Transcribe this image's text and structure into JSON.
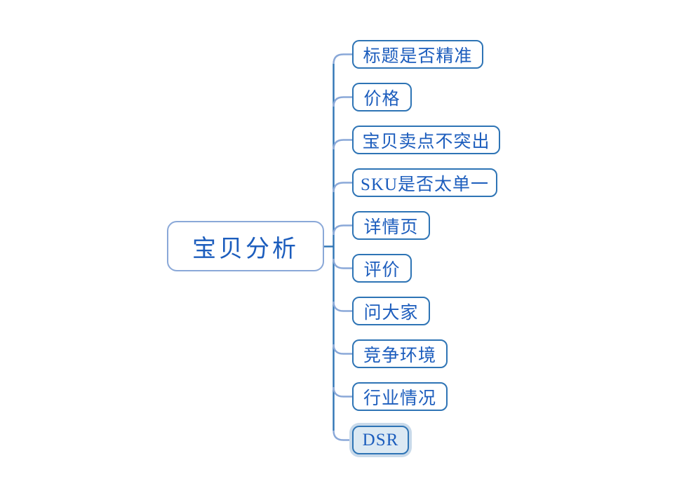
{
  "diagram": {
    "type": "mindmap",
    "root": {
      "label": "宝贝分析"
    },
    "children": [
      {
        "id": "title-accuracy",
        "label": "标题是否精准",
        "selected": false
      },
      {
        "id": "price",
        "label": "价格",
        "selected": false
      },
      {
        "id": "selling-points",
        "label": "宝贝卖点不突出",
        "selected": false
      },
      {
        "id": "sku-variety",
        "label": "SKU是否太单一",
        "selected": false
      },
      {
        "id": "detail-page",
        "label": "详情页",
        "selected": false
      },
      {
        "id": "reviews",
        "label": "评价",
        "selected": false
      },
      {
        "id": "ask-everyone",
        "label": "问大家",
        "selected": false
      },
      {
        "id": "competition",
        "label": "竞争环境",
        "selected": false
      },
      {
        "id": "industry",
        "label": "行业情况",
        "selected": false
      },
      {
        "id": "dsr",
        "label": "DSR",
        "selected": true
      }
    ]
  },
  "colors": {
    "node_border": "#2e74b5",
    "root_border": "#8aa8d8",
    "branch_line": "#8aa8d8",
    "trunk_line": "#2e74b5",
    "text": "#1c5dbd",
    "selected_fill": "#dce9f3",
    "selected_halo": "#c9daea"
  }
}
